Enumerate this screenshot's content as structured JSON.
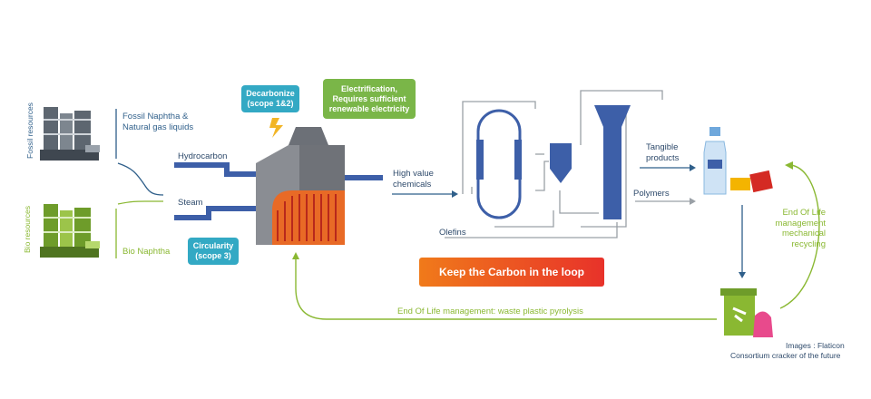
{
  "resources": {
    "fossil": "Fossil resources",
    "bio": "Bio resources"
  },
  "inputs": {
    "fossil": "Fossil Naphtha & Natural gas liquids",
    "bio": "Bio Naphtha"
  },
  "streams": {
    "hydrocarbon": "Hydrocarbon",
    "steam": "Steam",
    "high_value": "High value chemicals",
    "olefins": "Olefins",
    "tangible": "Tangible products",
    "polymers": "Polymers"
  },
  "boxes": {
    "decarbonize": "Decarbonize (scope 1&2)",
    "electrification": "Electrification, Requires sufficient renewable electricity",
    "circularity": "Circularity (scope 3)"
  },
  "banner": "Keep the Carbon in the loop",
  "eol": {
    "pyrolysis": "End Of Life management: waste plastic pyrolysis",
    "mechanical": "End Of Life management mechanical recycling"
  },
  "credits": {
    "line1": "Images : Flaticon",
    "line2": "Consortium cracker of the future"
  },
  "colors": {
    "blue": "#2f5f8a",
    "green": "#8ab832",
    "teal": "#33a9c4",
    "banner_start": "#f07a1a",
    "banner_end": "#e8322a",
    "furnace_grey": "#7d8087",
    "pipe_blue": "#3d5fa8"
  }
}
